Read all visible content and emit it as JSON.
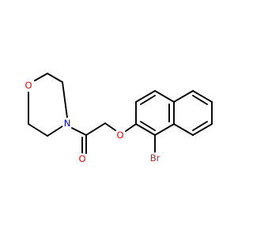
{
  "molecule": {
    "atoms": {
      "morpholine_o": {
        "symbol": "O",
        "color": "#ff0000"
      },
      "morpholine_n": {
        "symbol": "N",
        "color": "#0000ff"
      },
      "carbonyl_o": {
        "symbol": "O",
        "color": "#ff0000"
      },
      "ether_o": {
        "symbol": "O",
        "color": "#ff0000"
      },
      "bromine": {
        "symbol": "Br",
        "color": "#a52a2a"
      }
    },
    "bond_color": "#000000"
  }
}
